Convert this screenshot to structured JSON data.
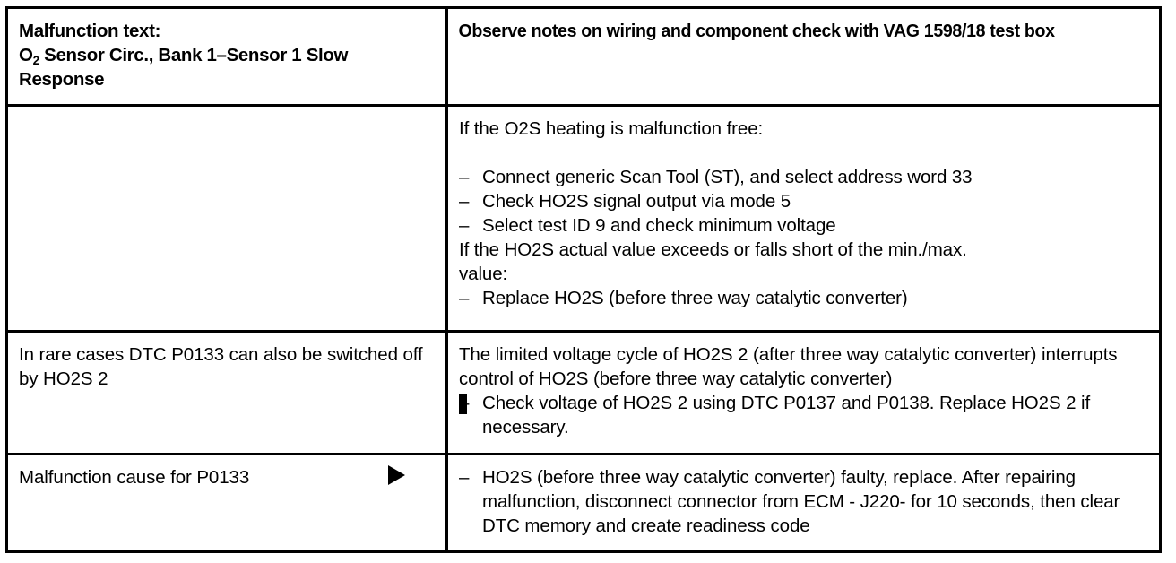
{
  "document": {
    "type": "diagnostic-trouble-code-table",
    "dtc": "P0133"
  },
  "table": {
    "rows": [
      {
        "id": "header",
        "bold": true,
        "left": {
          "label_line1": "Malfunction text:",
          "label_line2_pre": "O",
          "label_line2_sub": "2",
          "label_line2_post": " Sensor Circ., Bank 1–Sensor 1 Slow",
          "label_line3": "Response"
        },
        "right": {
          "text": "Observe notes on wiring and component check with VAG 1598/18 test box"
        }
      },
      {
        "id": "o2s-heating-check",
        "bold": false,
        "left": {
          "text": ""
        },
        "right": {
          "intro": "If the O2S heating is malfunction free:",
          "steps": [
            "Connect generic Scan Tool (ST), and select address word 33",
            "Check HO2S signal output via mode 5",
            "Select test ID 9 and check minimum voltage"
          ],
          "note_line1": "If the HO2S actual value exceeds or falls short of the min./max.",
          "note_line2": "value:",
          "action": "Replace HO2S (before three way catalytic converter)"
        }
      },
      {
        "id": "ho2s2-switch-off",
        "bold": false,
        "left": {
          "text": "In rare cases DTC P0133 can also be switched off by HO2S 2"
        },
        "right": {
          "paragraph": "The limited voltage cycle of HO2S 2 (after three way catalytic converter) interrupts control of HO2S (before three way catalytic converter)",
          "action": "Check voltage of HO2S 2 using DTC P0137 and P0138.  Replace HO2S 2 if necessary."
        }
      },
      {
        "id": "malfunction-cause",
        "bold": false,
        "left": {
          "text": "Malfunction cause for P0133",
          "marker": "right-triangle-marker"
        },
        "right": {
          "action": "HO2S (before three way catalytic converter) faulty, replace.  After repairing malfunction, disconnect connector from ECM - J220- for 10 seconds, then clear DTC memory and create readiness code"
        }
      }
    ]
  },
  "glyphs": {
    "dash": "–",
    "triangle": "▶"
  },
  "colors": {
    "ink": "#000000",
    "paper": "#ffffff"
  }
}
